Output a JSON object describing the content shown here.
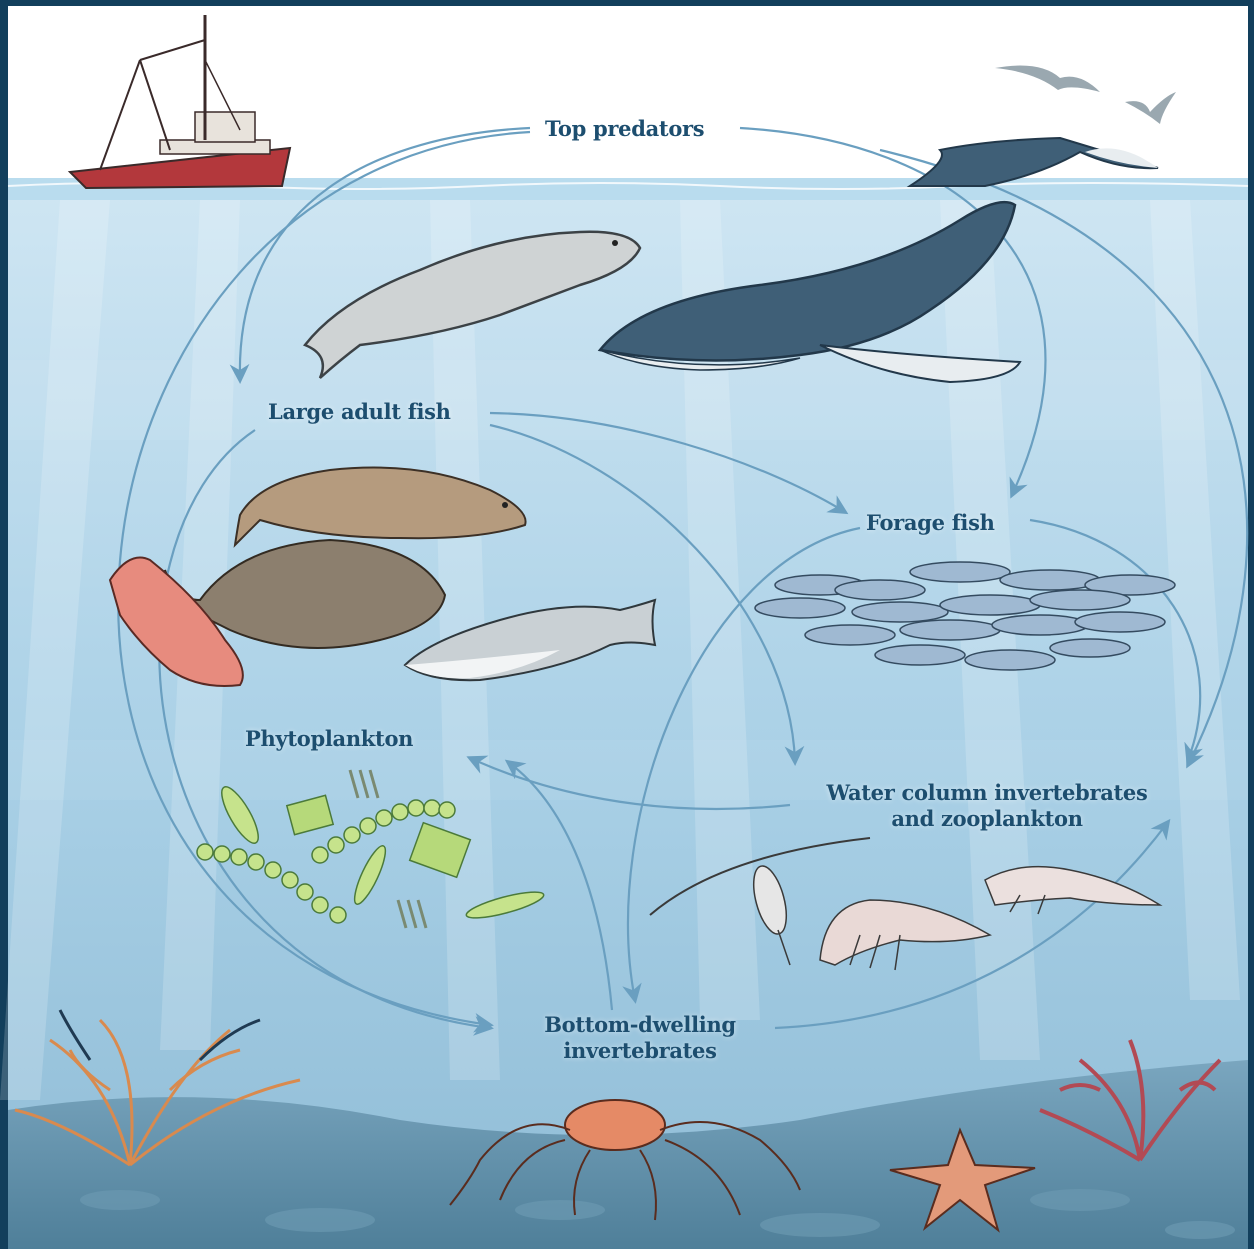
{
  "diagram": {
    "type": "food-web",
    "nodes": [
      {
        "id": "top",
        "label": "Top predators"
      },
      {
        "id": "large",
        "label": "Large adult fish"
      },
      {
        "id": "forage",
        "label": "Forage fish"
      },
      {
        "id": "phyto",
        "label": "Phytoplankton"
      },
      {
        "id": "water",
        "label_line1": "Water column invertebrates",
        "label_line2": "and zooplankton"
      },
      {
        "id": "bottom",
        "label_line1": "Bottom-dwelling",
        "label_line2": "invertebrates"
      }
    ],
    "edges": [
      {
        "from": "top",
        "to": "large"
      },
      {
        "from": "top",
        "to": "forage"
      },
      {
        "from": "top",
        "to": "water"
      },
      {
        "from": "top",
        "to": "bottom"
      },
      {
        "from": "large",
        "to": "forage"
      },
      {
        "from": "large",
        "to": "water"
      },
      {
        "from": "large",
        "to": "bottom"
      },
      {
        "from": "forage",
        "to": "water"
      },
      {
        "from": "forage",
        "to": "bottom"
      },
      {
        "from": "water",
        "to": "phyto"
      },
      {
        "from": "bottom",
        "to": "phyto"
      },
      {
        "from": "bottom",
        "to": "water"
      }
    ],
    "illustrations": [
      "fishing-boat",
      "seabird",
      "humpback-whale",
      "seal",
      "cod",
      "halibut",
      "rockfish",
      "salmon",
      "sardine-school",
      "phytoplankton-cells",
      "copepod",
      "krill",
      "shrimp",
      "coral",
      "king-crab",
      "starfish",
      "red-coral"
    ]
  },
  "colors": {
    "sky": "#ffffff",
    "water_top": "#cfe6f3",
    "water_bottom": "#8fbcd6",
    "seafloor": "#5d8ea8",
    "arrow": "#6a9fc0",
    "label": "#1d4e6f",
    "border": "#123f5c"
  }
}
